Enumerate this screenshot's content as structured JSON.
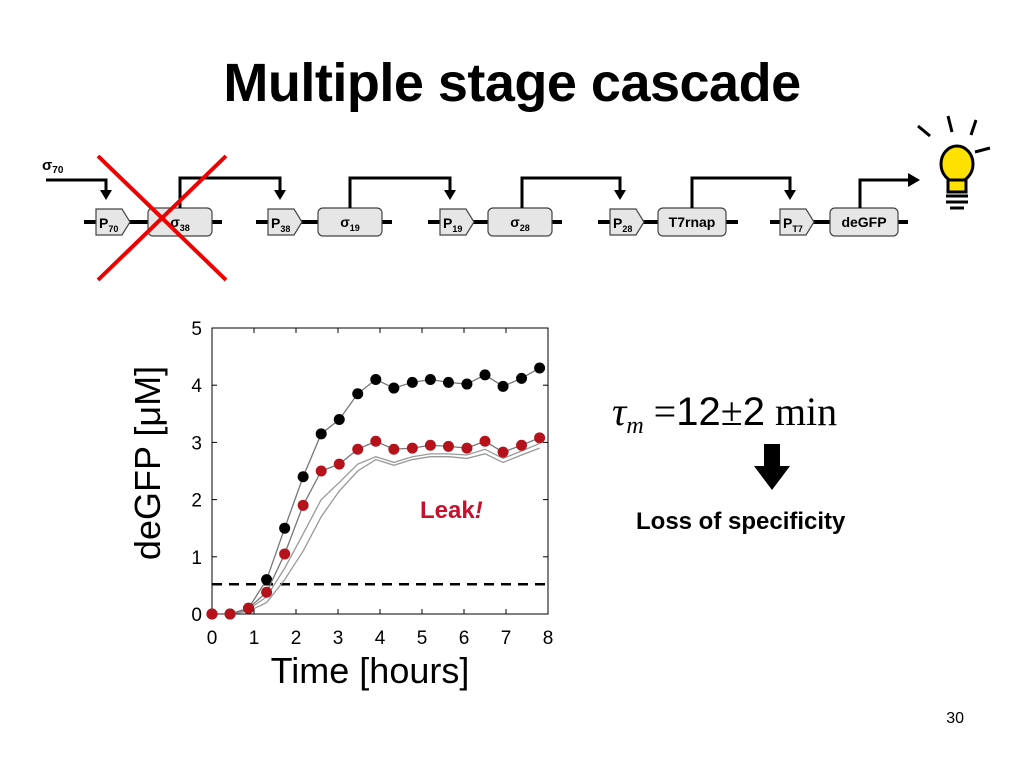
{
  "slide": {
    "title": "Multiple stage cascade",
    "page_number": "30",
    "equation": {
      "symbol": "τ",
      "subscript": "m",
      "equals": "=",
      "value": "12",
      "pm": "±",
      "error": "2",
      "unit": "min"
    },
    "conclusion": "Loss of specificity",
    "cascade": {
      "input_label": "σ",
      "input_sub": "70",
      "parts": [
        {
          "type": "promoter",
          "label": "P",
          "sub": "70"
        },
        {
          "type": "gene",
          "label": "σ",
          "sub": "38"
        },
        {
          "type": "promoter",
          "label": "P",
          "sub": "38"
        },
        {
          "type": "gene",
          "label": "σ",
          "sub": "19"
        },
        {
          "type": "promoter",
          "label": "P",
          "sub": "19"
        },
        {
          "type": "gene",
          "label": "σ",
          "sub": "28"
        },
        {
          "type": "promoter",
          "label": "P",
          "sub": "28"
        },
        {
          "type": "gene",
          "label": "T7rnap",
          "sub": ""
        },
        {
          "type": "promoter",
          "label": "P",
          "sub": "T7"
        },
        {
          "type": "gene",
          "label": "deGFP",
          "sub": ""
        }
      ],
      "crossed_out": "σ38 stage",
      "output_icon": "lightbulb-icon"
    }
  },
  "chart_data": {
    "type": "line",
    "xlabel": "Time [hours]",
    "ylabel": "deGFP [μM]",
    "xlim": [
      0,
      8
    ],
    "ylim": [
      0,
      5
    ],
    "xticks": [
      0,
      1,
      2,
      3,
      4,
      5,
      6,
      7,
      8
    ],
    "yticks": [
      0,
      1,
      2,
      3,
      4,
      5
    ],
    "grid": false,
    "annotation": {
      "text": "Leak",
      "emphasis": "!",
      "color": "#c8102e"
    },
    "threshold": {
      "y": 0.52,
      "style": "dashed"
    },
    "series": [
      {
        "color": "#000000",
        "marker": true,
        "x": [
          0,
          0.43,
          0.87,
          1.3,
          1.73,
          2.17,
          2.6,
          3.03,
          3.47,
          3.9,
          4.33,
          4.77,
          5.2,
          5.63,
          6.07,
          6.5,
          6.93,
          7.37,
          7.8
        ],
        "y": [
          0,
          0,
          0.1,
          0.6,
          1.5,
          2.4,
          3.15,
          3.4,
          3.85,
          4.1,
          3.95,
          4.05,
          4.1,
          4.05,
          4.02,
          4.18,
          3.98,
          4.12,
          4.3
        ]
      },
      {
        "color": "#b5121b",
        "marker": true,
        "x": [
          0,
          0.43,
          0.87,
          1.3,
          1.73,
          2.17,
          2.6,
          3.03,
          3.47,
          3.9,
          4.33,
          4.77,
          5.2,
          5.63,
          6.07,
          6.5,
          6.93,
          7.37,
          7.8
        ],
        "y": [
          0,
          0,
          0.1,
          0.38,
          1.05,
          1.9,
          2.5,
          2.62,
          2.88,
          3.02,
          2.88,
          2.9,
          2.95,
          2.93,
          2.9,
          3.02,
          2.83,
          2.95,
          3.08
        ]
      },
      {
        "color": "#999999",
        "marker": false,
        "x": [
          0,
          0.43,
          0.87,
          1.3,
          1.73,
          2.17,
          2.6,
          3.03,
          3.47,
          3.9,
          4.33,
          4.77,
          5.2,
          5.63,
          6.07,
          6.5,
          6.93,
          7.37,
          7.8
        ],
        "y": [
          0,
          0,
          0.08,
          0.3,
          0.8,
          1.4,
          2.0,
          2.3,
          2.62,
          2.75,
          2.65,
          2.75,
          2.8,
          2.8,
          2.78,
          2.88,
          2.72,
          2.85,
          2.98
        ]
      },
      {
        "color": "#999999",
        "marker": false,
        "x": [
          0,
          0.43,
          0.87,
          1.3,
          1.73,
          2.17,
          2.6,
          3.03,
          3.47,
          3.9,
          4.33,
          4.77,
          5.2,
          5.63,
          6.07,
          6.5,
          6.93,
          7.37,
          7.8
        ],
        "y": [
          0,
          0,
          0.05,
          0.2,
          0.6,
          1.1,
          1.7,
          2.15,
          2.5,
          2.7,
          2.6,
          2.7,
          2.75,
          2.75,
          2.72,
          2.8,
          2.65,
          2.78,
          2.9
        ]
      }
    ]
  }
}
